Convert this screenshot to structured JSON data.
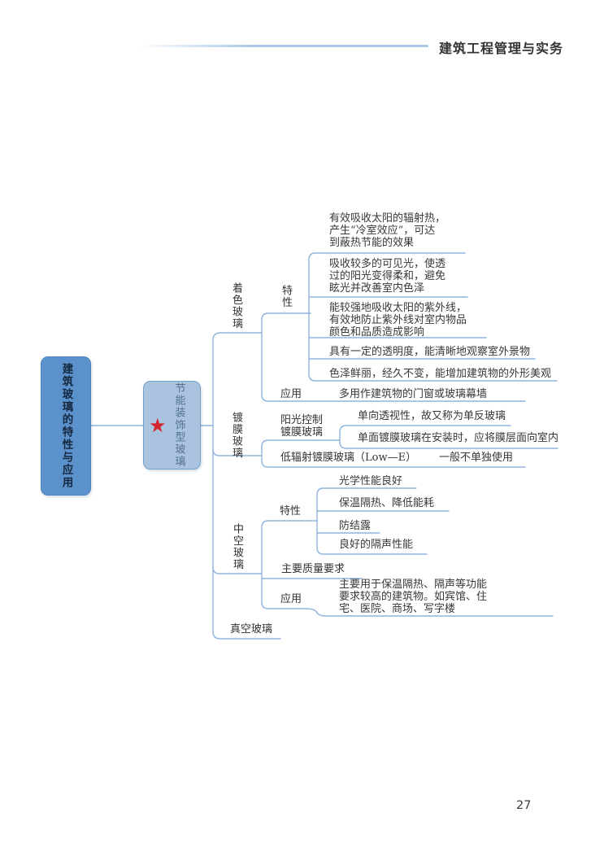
{
  "header": {
    "title": "建筑工程管理与实务"
  },
  "page": {
    "number": "27"
  },
  "icons": {
    "star": "★"
  },
  "colors": {
    "connector": "#8fb4de",
    "root_fill": "#5b92cb",
    "root_border": "#4d84bf",
    "center_fill": "#aac4e0",
    "center_border": "#74a0cc",
    "star": "#d2232e",
    "header_rule": "#a8c8ea"
  },
  "root": {
    "label": "建筑玻璃的特性与应用"
  },
  "center": {
    "label": "节能装饰型玻璃"
  },
  "branches": {
    "tinted": {
      "label": "着色玻璃",
      "traits_label": "特性",
      "traits": [
        "有效吸收太阳的辐射热，\n产生“冷室效应”，可达\n到蔽热节能的效果",
        "吸收较多的可见光，使透\n过的阳光变得柔和，避免\n眩光并改善室内色泽",
        "能较强地吸收太阳的紫外线，\n有效地防止紫外线对室内物品\n颜色和品质造成影响",
        "具有一定的透明度，能清晰地观察室外景物",
        "色泽鲜丽，经久不变，能增加建筑物的外形美观"
      ],
      "application_label": "应用",
      "application": "多用作建筑物的门窗或玻璃幕墙"
    },
    "coated": {
      "label": "镀膜玻璃",
      "sun_control_label": "阳光控制\n镀膜玻璃",
      "sun_control_points": [
        "单向透视性，故又称为单反玻璃",
        "单面镀膜玻璃在安装时，应将膜层面向室内"
      ],
      "low_e_label": "低辐射镀膜玻璃（Low—E）",
      "low_e_point": "一般不单独使用"
    },
    "insulating": {
      "label": "中空玻璃",
      "traits_label": "特性",
      "traits": [
        "光学性能良好",
        "保温隔热、降低能耗",
        "防结露",
        "良好的隔声性能"
      ],
      "quality_label": "主要质量要求",
      "application_label": "应用",
      "application": "主要用于保温隔热、隔声等功能\n要求较高的建筑物。如宾馆、住\n宅、医院、商场、写字楼"
    },
    "vacuum": {
      "label": "真空玻璃"
    }
  }
}
